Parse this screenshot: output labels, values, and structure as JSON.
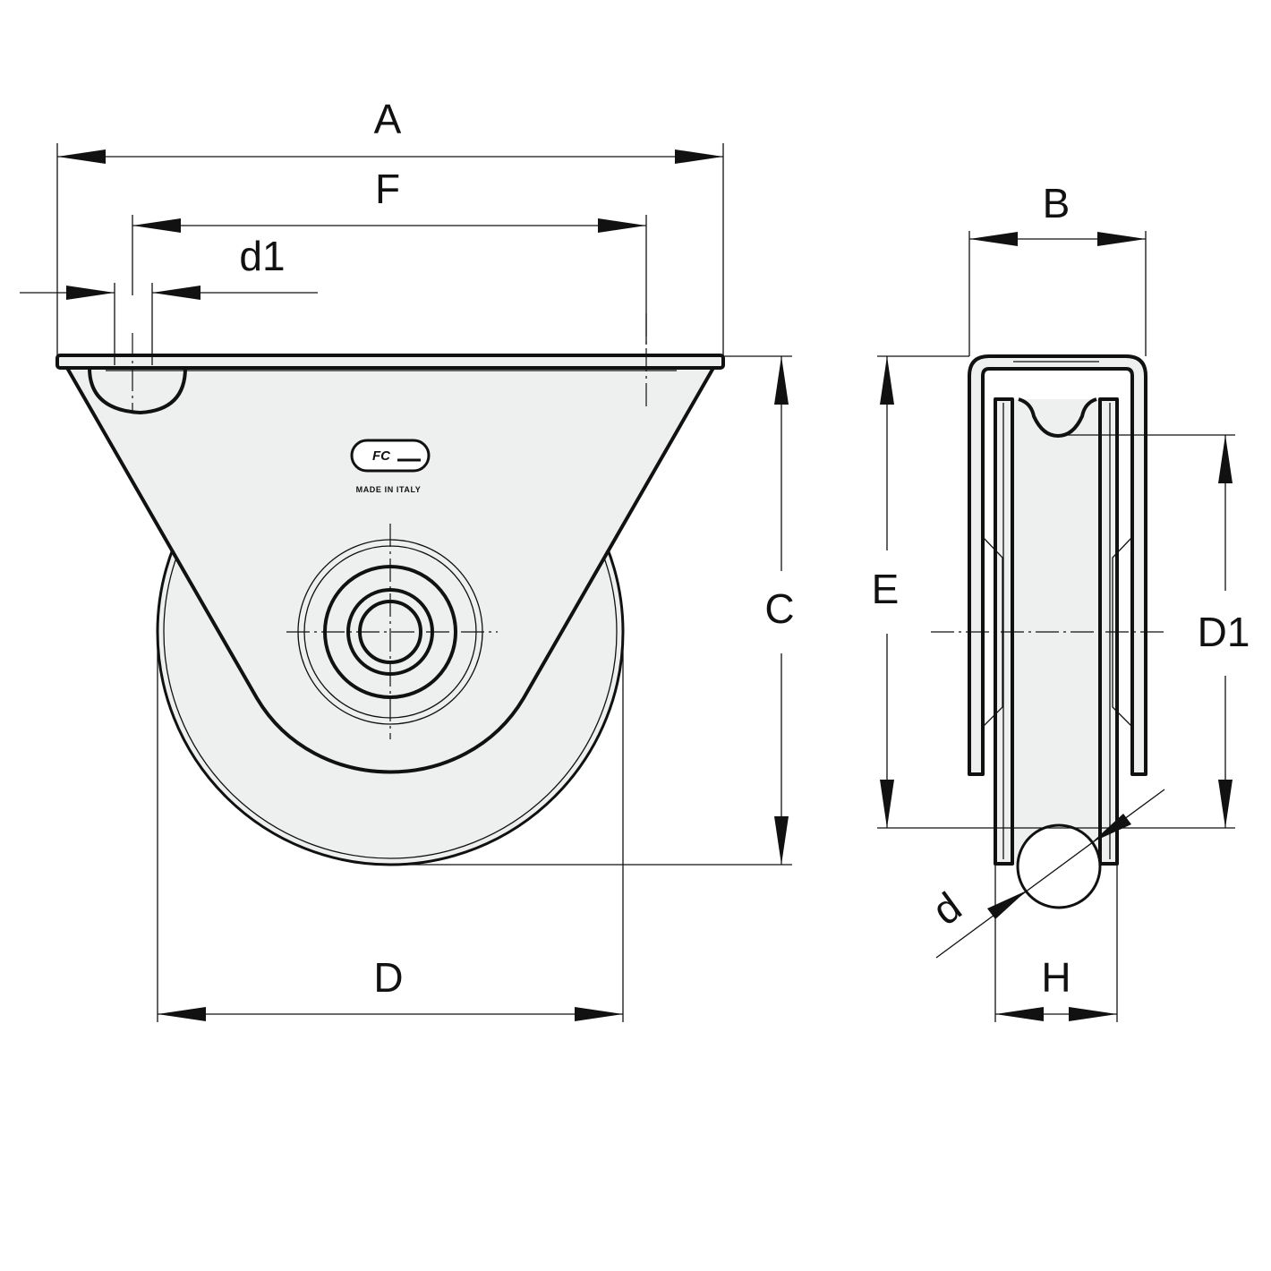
{
  "drawing": {
    "front_view": {
      "dimensions": {
        "overall_width": "A",
        "hole_spacing": "F",
        "hole_diameter": "d1",
        "height": "C",
        "wheel_diameter": "D"
      },
      "logo_text": "FC",
      "plate_text": "MADE IN ITALY"
    },
    "side_view": {
      "dimensions": {
        "bracket_width": "B",
        "bracket_height": "E",
        "groove_diameter": "D1",
        "groove_profile": "d",
        "wheel_width": "H"
      }
    },
    "colors": {
      "line": "#111111",
      "part_fill": "#edf0ef",
      "background": "#ffffff"
    }
  }
}
